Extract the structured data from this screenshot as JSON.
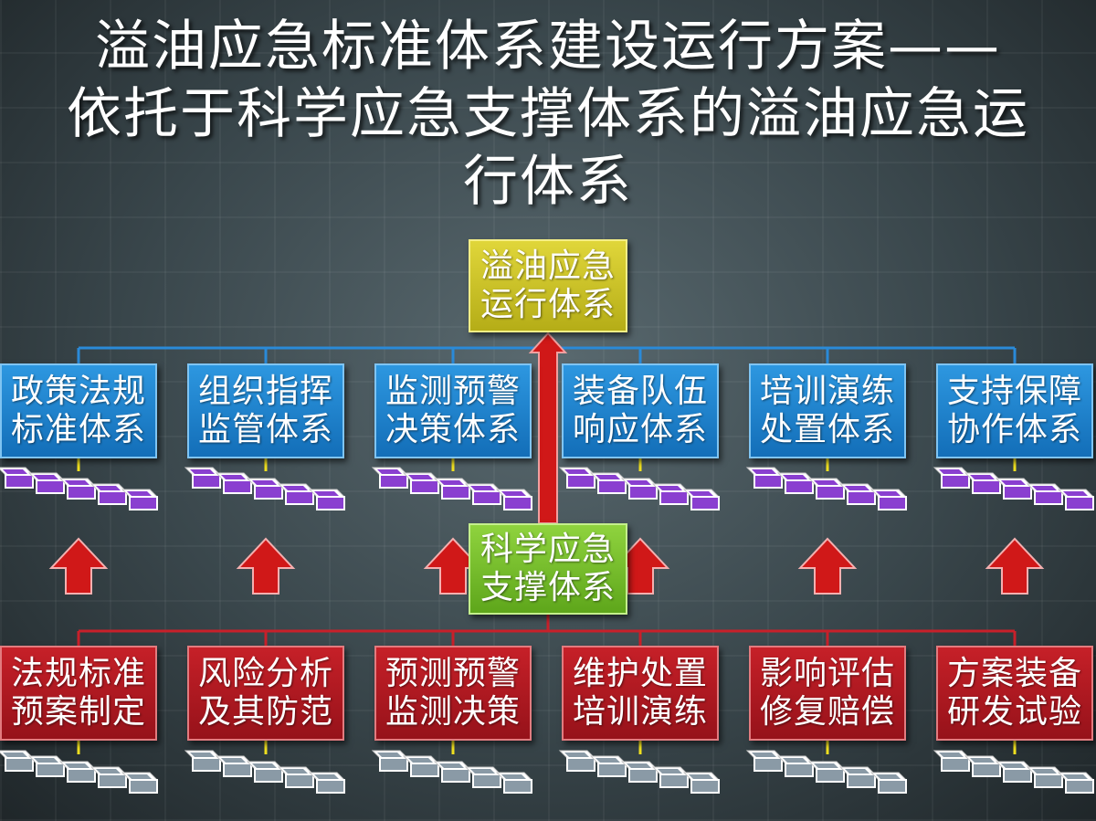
{
  "title": {
    "line1": "溢油应急标准体系建设运行方案——",
    "line2": "依托于科学应急支撑体系的溢油应急运",
    "line3": "行体系"
  },
  "top_node": {
    "line1": "溢油应急",
    "line2": "运行体系"
  },
  "mid_node": {
    "line1": "科学应急",
    "line2": "支撑体系"
  },
  "upper_row": [
    {
      "line1": "政策法规",
      "line2": "标准体系"
    },
    {
      "line1": "组织指挥",
      "line2": "监管体系"
    },
    {
      "line1": "监测预警",
      "line2": "决策体系"
    },
    {
      "line1": "装备队伍",
      "line2": "响应体系"
    },
    {
      "line1": "培训演练",
      "line2": "处置体系"
    },
    {
      "line1": "支持保障",
      "line2": "协作体系"
    }
  ],
  "lower_row": [
    {
      "line1": "法规标准",
      "line2": "预案制定"
    },
    {
      "line1": "风险分析",
      "line2": "及其防范"
    },
    {
      "line1": "预测预警",
      "line2": "监测决策"
    },
    {
      "line1": "维护处置",
      "line2": "培训演练"
    },
    {
      "line1": "影响评估",
      "line2": "修复赔偿"
    },
    {
      "line1": "方案装备",
      "line2": "研发试验"
    }
  ],
  "colors": {
    "top_node": "#c9c028",
    "mid_node": "#76bd2a",
    "upper_row": "#1d80c8",
    "lower_row": "#ae1820",
    "upper_connector": "#2a8ad8",
    "lower_connector": "#c8202a",
    "arrow": "#d01818",
    "upper_tray": "#8a3fd0",
    "lower_tray": "#8a9aa6"
  }
}
